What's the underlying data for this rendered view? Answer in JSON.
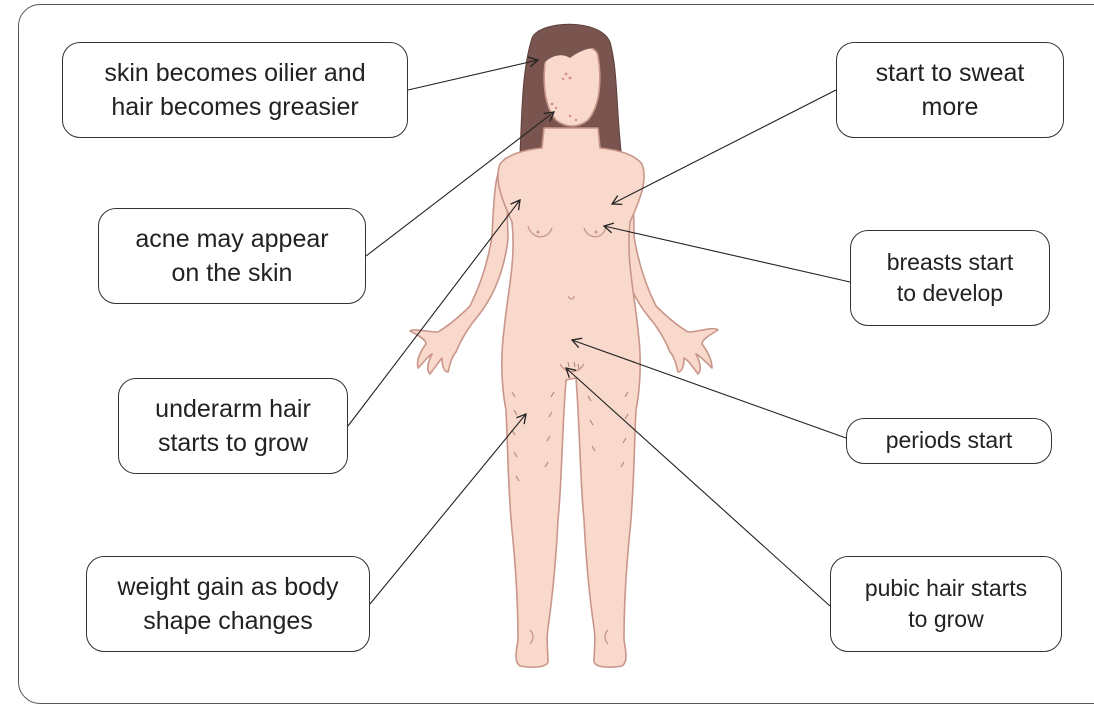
{
  "labels": {
    "oily_skin": [
      "skin becomes oilier and",
      "hair becomes greasier"
    ],
    "acne": [
      "acne may appear",
      "on the skin"
    ],
    "underarm": [
      "underarm hair",
      "starts to grow"
    ],
    "weight": [
      "weight gain as body",
      "shape changes"
    ],
    "sweat": [
      "start to sweat",
      "more"
    ],
    "breasts": [
      "breasts start",
      "to develop"
    ],
    "periods": [
      "periods start"
    ],
    "pubic": [
      "pubic hair starts",
      "to grow"
    ]
  },
  "colors": {
    "skin": "#f9d9cc",
    "skin_outline": "#c9968a",
    "hair": "#7a544f",
    "line": "#222222"
  }
}
